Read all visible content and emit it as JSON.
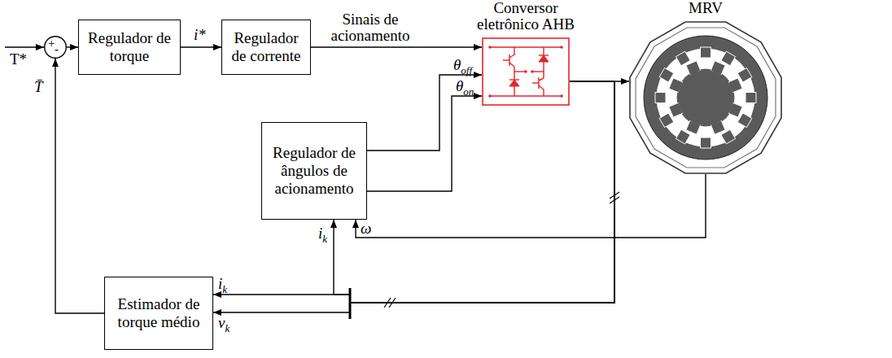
{
  "diagram": {
    "nodes": [
      {
        "text": [
          "+",
          "-"
        ]
      },
      {
        "text": [
          "Regulador de torque"
        ]
      },
      {
        "text": [
          "Regulador de corrente"
        ]
      },
      {
        "text": [
          "Conversor eletrônico AHB"
        ]
      },
      {
        "text": [
          "MRV"
        ]
      },
      {
        "text": [
          "Regulador de ângulos de acionamento"
        ]
      },
      {
        "text": [
          "Estimador de torque médio"
        ]
      }
    ],
    "edges": [
      {
        "from": 0,
        "to": 1,
        "arrow": "to"
      },
      {
        "from": 1,
        "to": 2,
        "label": "i*",
        "arrow": "to"
      },
      {
        "from": 2,
        "to": 3,
        "label": "Sinais de acionamento",
        "arrow": "to"
      },
      {
        "from": 5,
        "to": 3,
        "label": "θoff",
        "arrow": "to"
      },
      {
        "from": 5,
        "to": 3,
        "label": "θon",
        "arrow": "to"
      },
      {
        "from": 3,
        "to": 4,
        "arrow": "to"
      },
      {
        "from": 4,
        "to": 5,
        "label": "ω",
        "arrow": "to"
      },
      {
        "from": 3,
        "to": 6,
        "label": "ik",
        "arrow": "to"
      },
      {
        "from": 3,
        "to": 6,
        "label": "vk",
        "arrow": "to"
      },
      {
        "from": 3,
        "to": 5,
        "label": "ik",
        "arrow": "to"
      },
      {
        "from": 6,
        "to": 0,
        "label": "T̄",
        "arrow": "to"
      }
    ],
    "labels": [
      "T*"
    ]
  }
}
